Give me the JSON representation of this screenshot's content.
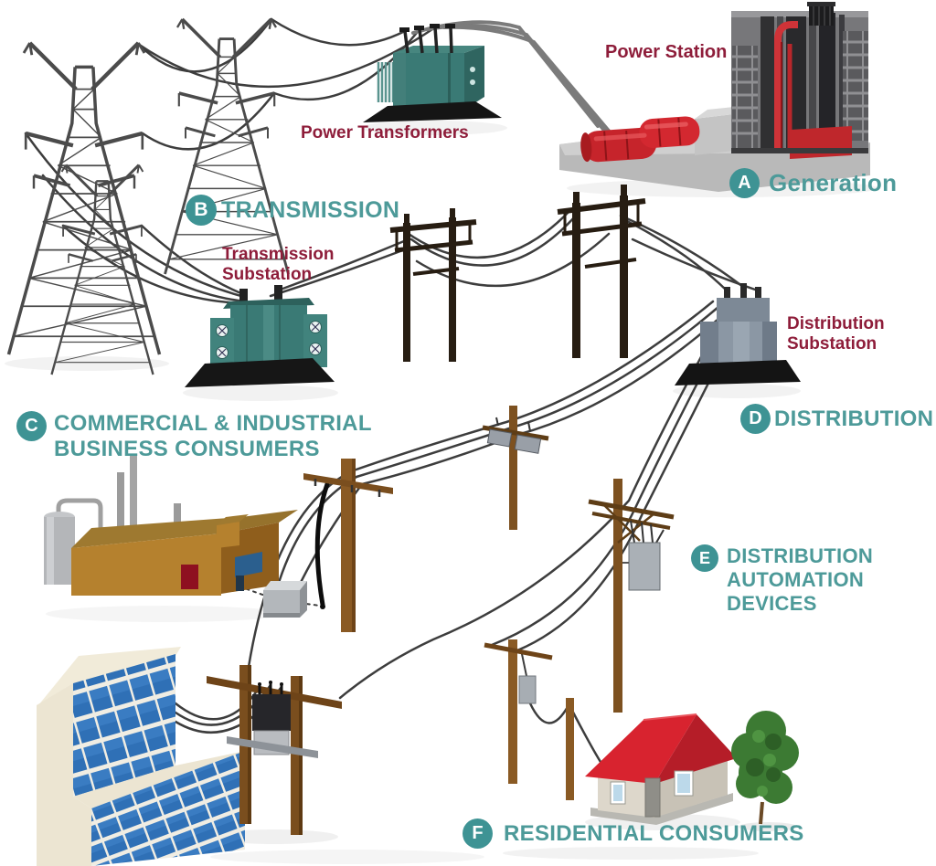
{
  "colors": {
    "stage_text_teal": "#4d9a99",
    "stage_badge_teal": "#3e9394",
    "equipment_label_dark_red": "#8e1d3a",
    "wire_gray": "#3d3d3d",
    "substation_teal": "#3a7a75",
    "pole_brown": "#8a5a24",
    "factory_brown": "#b5812e",
    "office_panel_blue": "#2f70b6",
    "house_roof_red": "#d8232f",
    "generator_red": "#c6242b",
    "background": "#ffffff"
  },
  "equipment_labels": {
    "power_station": "Power Station",
    "power_transformers": "Power Transformers",
    "transmission_substation_line1": "Transmission",
    "transmission_substation_line2": "Substation",
    "distribution_substation_line1": "Distribution",
    "distribution_substation_line2": "Substation"
  },
  "stages": {
    "a": {
      "letter": "A",
      "title": "Generation"
    },
    "b": {
      "letter": "B",
      "title": "TRANSMISSION"
    },
    "c": {
      "letter": "C",
      "line1": "COMMERCIAL & INDUSTRIAL",
      "line2": "BUSINESS CONSUMERS"
    },
    "d": {
      "letter": "D",
      "title": "DISTRIBUTION"
    },
    "e": {
      "letter": "E",
      "line1": "DISTRIBUTION",
      "line2": "AUTOMATION",
      "line3": "DEVICES"
    },
    "f": {
      "letter": "F",
      "title": "RESIDENTIAL CONSUMERS"
    }
  }
}
